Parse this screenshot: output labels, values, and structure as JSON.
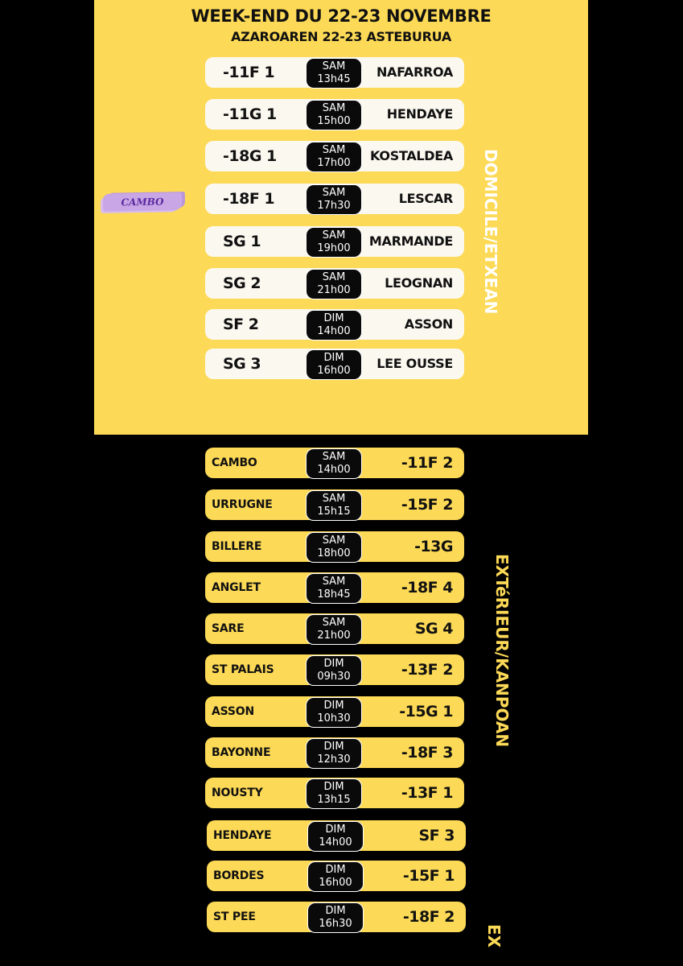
{
  "header": {
    "title": "WEEK-END DU 22-23 NOVEMBRE",
    "subtitle": "AZAROAREN 22-23 ASTEBURUA"
  },
  "logo_text": "CAMBO",
  "home": {
    "side_label": "DOMICILE/ETXEAN",
    "matches": [
      {
        "team": "-11F 1",
        "day": "SAM",
        "time": "13h45",
        "opponent": "NAFARROA"
      },
      {
        "team": "-11G 1",
        "day": "SAM",
        "time": "15h00",
        "opponent": "HENDAYE"
      },
      {
        "team": "-18G 1",
        "day": "SAM",
        "time": "17h00",
        "opponent": "KOSTALDEA"
      },
      {
        "team": "-18F 1",
        "day": "SAM",
        "time": "17h30",
        "opponent": "LESCAR"
      },
      {
        "team": "SG 1",
        "day": "SAM",
        "time": "19h00",
        "opponent": "MARMANDE"
      },
      {
        "team": "SG 2",
        "day": "SAM",
        "time": "21h00",
        "opponent": "LEOGNAN"
      },
      {
        "team": "SF 2",
        "day": "DIM",
        "time": "14h00",
        "opponent": "ASSON"
      },
      {
        "team": "SG 3",
        "day": "DIM",
        "time": "16h00",
        "opponent": "LEE OUSSE"
      }
    ]
  },
  "away": {
    "side_label": "EXTéRIEUR/KANPOAN",
    "side_label_repeat": "EX",
    "matches": [
      {
        "opponent": "CAMBO",
        "day": "SAM",
        "time": "14h00",
        "team": "-11F 2"
      },
      {
        "opponent": "URRUGNE",
        "day": "SAM",
        "time": "15h15",
        "team": "-15F 2"
      },
      {
        "opponent": "BILLERE",
        "day": "SAM",
        "time": "18h00",
        "team": "-13G"
      },
      {
        "opponent": "ANGLET",
        "day": "SAM",
        "time": "18h45",
        "team": "-18F 4"
      },
      {
        "opponent": "SARE",
        "day": "SAM",
        "time": "21h00",
        "team": "SG 4"
      },
      {
        "opponent": "ST PALAIS",
        "day": "DIM",
        "time": "09h30",
        "team": "-13F 2"
      },
      {
        "opponent": "ASSON",
        "day": "DIM",
        "time": "10h30",
        "team": "-15G 1"
      },
      {
        "opponent": "BAYONNE",
        "day": "DIM",
        "time": "12h30",
        "team": "-18F 3"
      },
      {
        "opponent": "NOUSTY",
        "day": "DIM",
        "time": "13h15",
        "team": "-13F 1"
      },
      {
        "opponent": "HENDAYE",
        "day": "DIM",
        "time": "14h00",
        "team": "SF 3"
      },
      {
        "opponent": "BORDES",
        "day": "DIM",
        "time": "16h00",
        "team": "-15F 1"
      },
      {
        "opponent": "ST PEE",
        "day": "DIM",
        "time": "16h30",
        "team": "-18F 2"
      }
    ]
  },
  "colors": {
    "yellow": "#fcd956",
    "black": "#000000",
    "cream": "#fbf8f0",
    "logo": "#c9a7e6"
  }
}
